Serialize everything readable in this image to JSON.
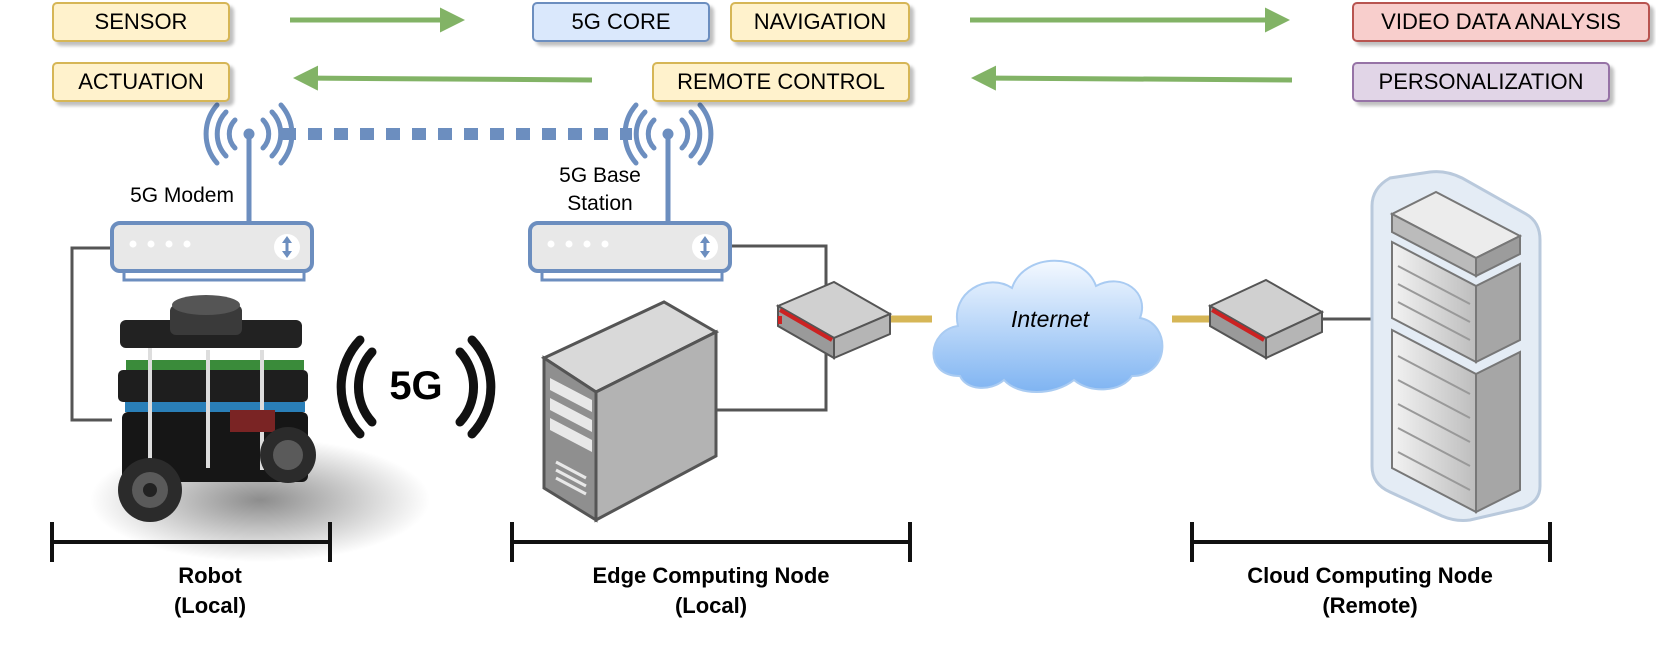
{
  "functions": {
    "sensor": "SENSOR",
    "actuation": "ACTUATION",
    "core_5g": "5G CORE",
    "navigation": "NAVIGATION",
    "remote_control": "REMOTE CONTROL",
    "video_analysis": "VIDEO DATA ANALYSIS",
    "personalization": "PERSONALIZATION"
  },
  "devices": {
    "modem": "5G Modem",
    "base_station_line1": "5G Base",
    "base_station_line2": "Station",
    "internet": "Internet",
    "badge_5g": "5G"
  },
  "nodes": [
    {
      "title": "Robot",
      "subtitle": "(Local)"
    },
    {
      "title": "Edge Computing Node",
      "subtitle": "(Local)"
    },
    {
      "title": "Cloud Computing Node",
      "subtitle": "(Remote)"
    }
  ],
  "colors": {
    "yellow_fill": "#fff2cc",
    "yellow_border": "#d6b656",
    "blue_fill": "#dae8fc",
    "blue_border": "#6c8ebf",
    "red_fill": "#f8cecc",
    "red_border": "#b85450",
    "purple_fill": "#e1d5e7",
    "purple_border": "#9673a6",
    "arrow_green": "#82b366",
    "link_gold": "#d6b656",
    "wifi_blue": "#6c8ebf"
  }
}
